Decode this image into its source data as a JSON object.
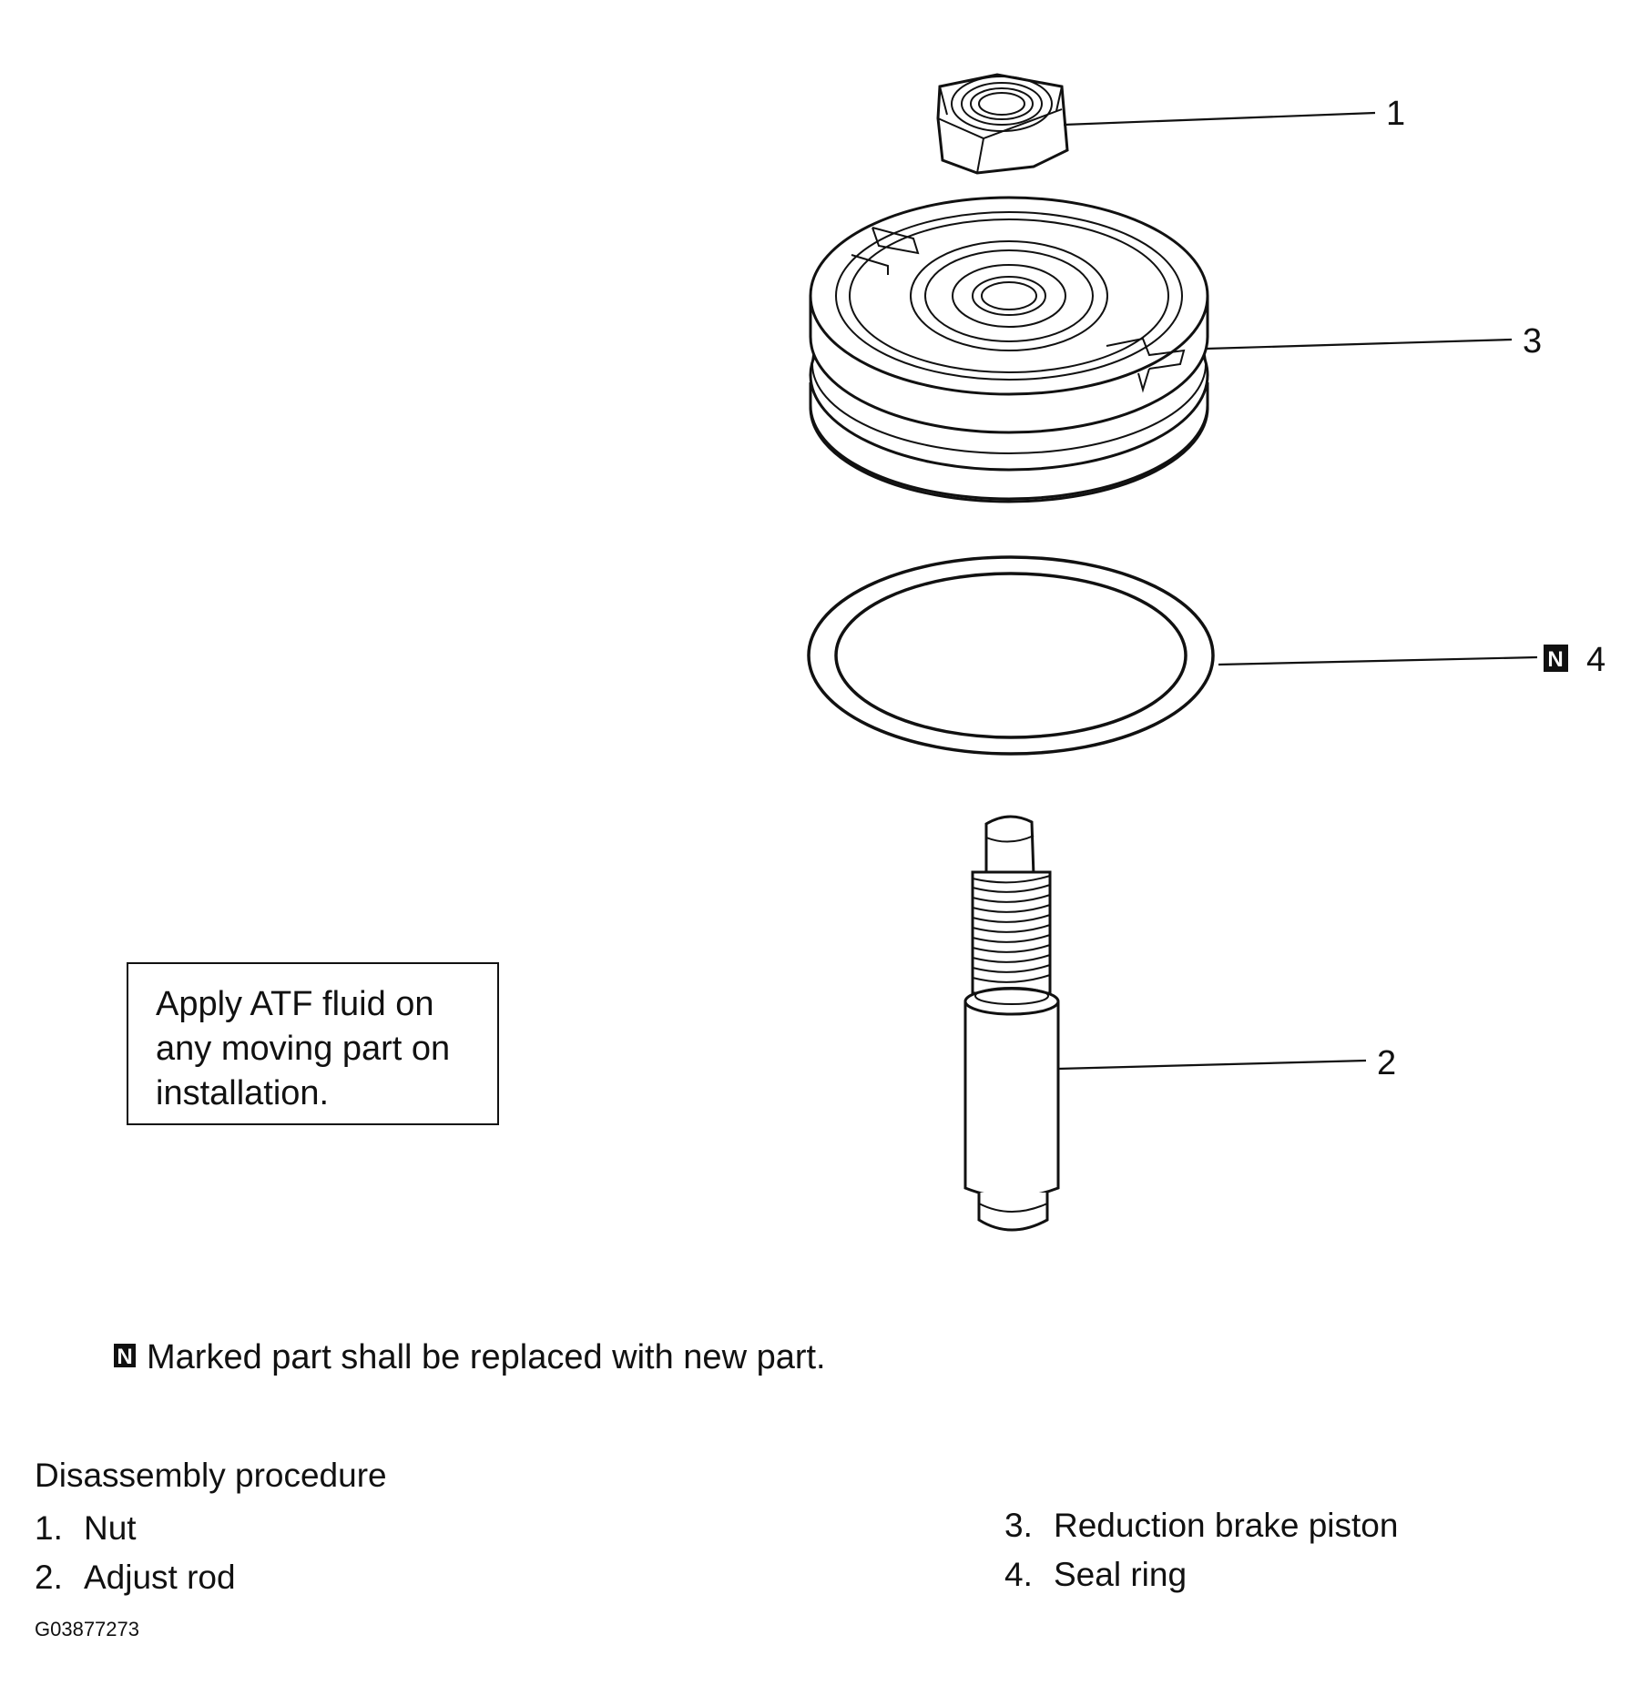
{
  "callouts": {
    "nut": "1",
    "adjust_rod": "2",
    "reduction_brake_piston": "3",
    "seal_ring": "4",
    "new_part_marker": "N"
  },
  "note_box": {
    "lines": [
      "Apply ATF fluid on",
      "any moving part on",
      "installation."
    ]
  },
  "legend": {
    "marker": "N",
    "text": "Marked part shall be replaced with new part."
  },
  "procedure": {
    "title": "Disassembly procedure",
    "items": [
      {
        "num": "1.",
        "label": "Nut"
      },
      {
        "num": "2.",
        "label": "Adjust rod"
      },
      {
        "num": "3.",
        "label": "Reduction brake piston"
      },
      {
        "num": "4.",
        "label": "Seal ring"
      }
    ]
  },
  "figure_id": "G03877273",
  "colors": {
    "line": "#111111",
    "background": "#ffffff"
  }
}
